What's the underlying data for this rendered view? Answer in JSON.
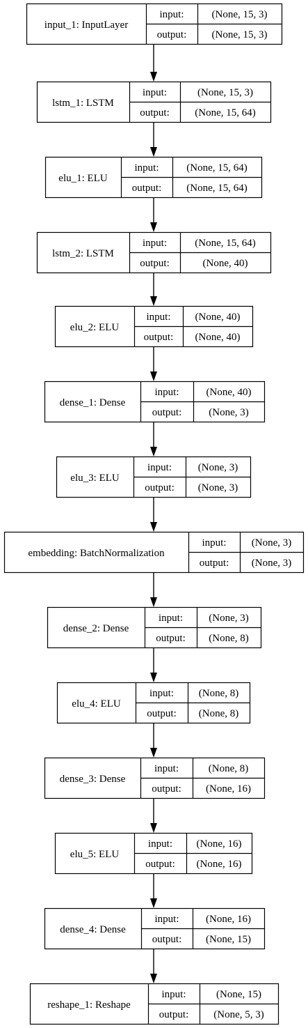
{
  "layers": [
    {
      "name": "input_1: InputLayer",
      "input_label": "input:",
      "input_value": "(None, 15, 3)",
      "output_label": "output:",
      "output_value": "(None, 15, 3)"
    },
    {
      "name": "lstm_1: LSTM",
      "input_label": "input:",
      "input_value": "(None, 15, 3)",
      "output_label": "output:",
      "output_value": "(None, 15, 64)"
    },
    {
      "name": "elu_1: ELU",
      "input_label": "input:",
      "input_value": "(None, 15, 64)",
      "output_label": "output:",
      "output_value": "(None, 15, 64)"
    },
    {
      "name": "lstm_2: LSTM",
      "input_label": "input:",
      "input_value": "(None, 15, 64)",
      "output_label": "output:",
      "output_value": "(None, 40)"
    },
    {
      "name": "elu_2: ELU",
      "input_label": "input:",
      "input_value": "(None, 40)",
      "output_label": "output:",
      "output_value": "(None, 40)"
    },
    {
      "name": "dense_1: Dense",
      "input_label": "input:",
      "input_value": "(None, 40)",
      "output_label": "output:",
      "output_value": "(None, 3)"
    },
    {
      "name": "elu_3: ELU",
      "input_label": "input:",
      "input_value": "(None, 3)",
      "output_label": "output:",
      "output_value": "(None, 3)"
    },
    {
      "name": "embedding: BatchNormalization",
      "input_label": "input:",
      "input_value": "(None, 3)",
      "output_label": "output:",
      "output_value": "(None, 3)"
    },
    {
      "name": "dense_2: Dense",
      "input_label": "input:",
      "input_value": "(None, 3)",
      "output_label": "output:",
      "output_value": "(None, 8)"
    },
    {
      "name": "elu_4: ELU",
      "input_label": "input:",
      "input_value": "(None, 8)",
      "output_label": "output:",
      "output_value": "(None, 8)"
    },
    {
      "name": "dense_3: Dense",
      "input_label": "input:",
      "input_value": "(None, 8)",
      "output_label": "output:",
      "output_value": "(None, 16)"
    },
    {
      "name": "elu_5: ELU",
      "input_label": "input:",
      "input_value": "(None, 16)",
      "output_label": "output:",
      "output_value": "(None, 16)"
    },
    {
      "name": "dense_4: Dense",
      "input_label": "input:",
      "input_value": "(None, 16)",
      "output_label": "output:",
      "output_value": "(None, 15)"
    },
    {
      "name": "reshape_1: Reshape",
      "input_label": "input:",
      "input_value": "(None, 15)",
      "output_label": "output:",
      "output_value": "(None, 5, 3)"
    }
  ]
}
